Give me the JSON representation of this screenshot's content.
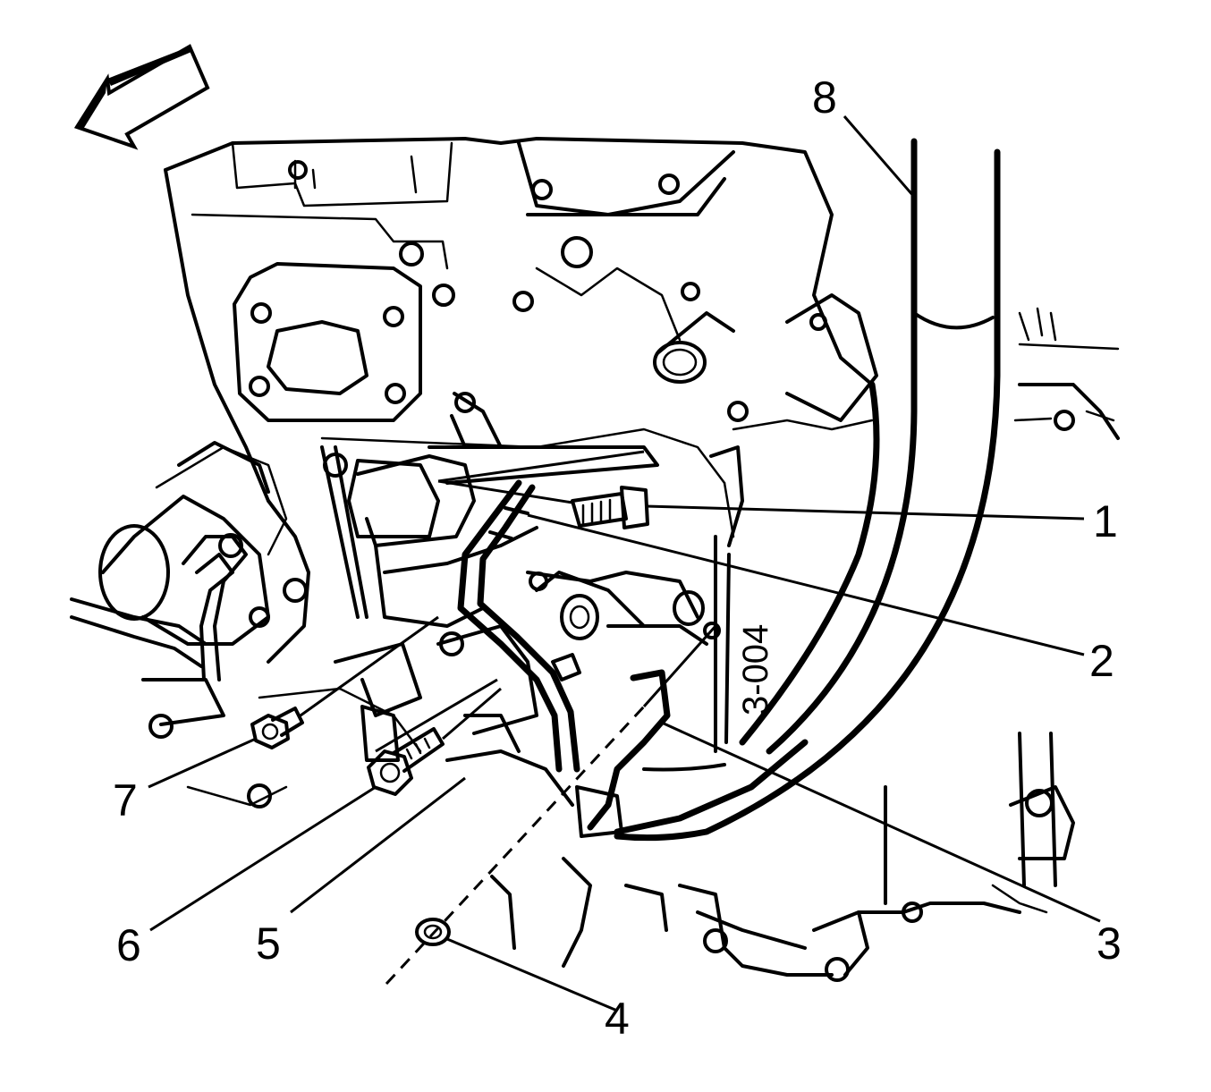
{
  "diagram": {
    "callouts": [
      {
        "id": "1",
        "label": "1"
      },
      {
        "id": "2",
        "label": "2"
      },
      {
        "id": "3",
        "label": "3"
      },
      {
        "id": "4",
        "label": "4"
      },
      {
        "id": "5",
        "label": "5"
      },
      {
        "id": "6",
        "label": "6"
      },
      {
        "id": "7",
        "label": "7"
      },
      {
        "id": "8",
        "label": "8"
      }
    ],
    "figure_code": "3-004"
  }
}
